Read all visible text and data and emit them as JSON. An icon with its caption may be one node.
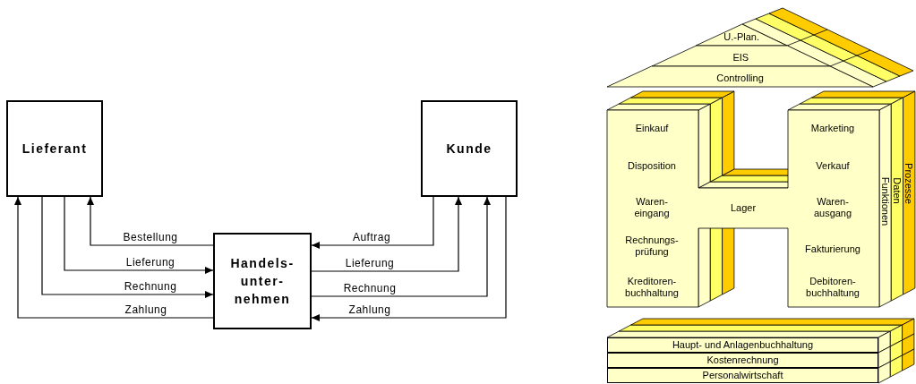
{
  "diagram": {
    "nodes": [
      {
        "text": [
          "Lieferant"
        ]
      },
      {
        "text": [
          "Kunde"
        ]
      },
      {
        "text": [
          "Handels- unter- nehmen"
        ]
      },
      {
        "text": [
          "U.-Plan."
        ]
      },
      {
        "text": [
          "EIS"
        ]
      },
      {
        "text": [
          "Controlling"
        ]
      },
      {
        "text": [
          "Einkauf",
          "Marketing",
          "Disposition",
          "Verkauf",
          "Waren- eingang",
          "Lager",
          "Waren- ausgang",
          "Rechnungs- prüfung",
          "Fakturierung",
          "Kreditoren- buchhaltung",
          "Debitoren- buchhaltung"
        ]
      },
      {
        "text": [
          "Haupt- und Anlagenbuchhaltung"
        ]
      },
      {
        "text": [
          "Kostenrechnung"
        ]
      },
      {
        "text": [
          "Personalwirtschaft"
        ]
      }
    ],
    "edges": [
      {
        "from": 2,
        "to": 0,
        "arrow": "to",
        "label": "Bestellung"
      },
      {
        "from": 0,
        "to": 2,
        "arrow": "to",
        "label": "Lieferung"
      },
      {
        "from": 0,
        "to": 2,
        "arrow": "to",
        "label": "Rechnung"
      },
      {
        "from": 2,
        "to": 0,
        "arrow": "to",
        "label": "Zahlung"
      },
      {
        "from": 1,
        "to": 2,
        "arrow": "to",
        "label": "Auftrag"
      },
      {
        "from": 2,
        "to": 1,
        "arrow": "to",
        "label": "Lieferung"
      },
      {
        "from": 2,
        "to": 1,
        "arrow": "to",
        "label": "Rechnung"
      },
      {
        "from": 1,
        "to": 2,
        "arrow": "to",
        "label": "Zahlung"
      }
    ],
    "labels": [
      "Funktionen",
      "Daten",
      "Prozesse"
    ]
  }
}
